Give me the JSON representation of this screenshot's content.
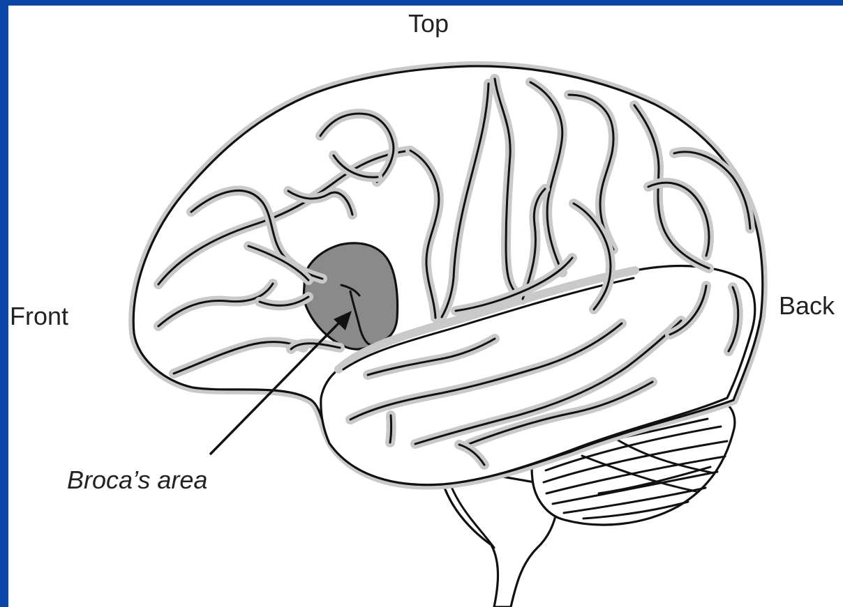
{
  "labels": {
    "top": "Top",
    "front": "Front",
    "back": "Back",
    "broca": "Broca’s area"
  },
  "colors": {
    "frame": "#0b47a8",
    "background": "#ffffff",
    "highlight": "#8a8a8a",
    "outline": "#111111",
    "soft_edge": "#c9c9c9"
  }
}
